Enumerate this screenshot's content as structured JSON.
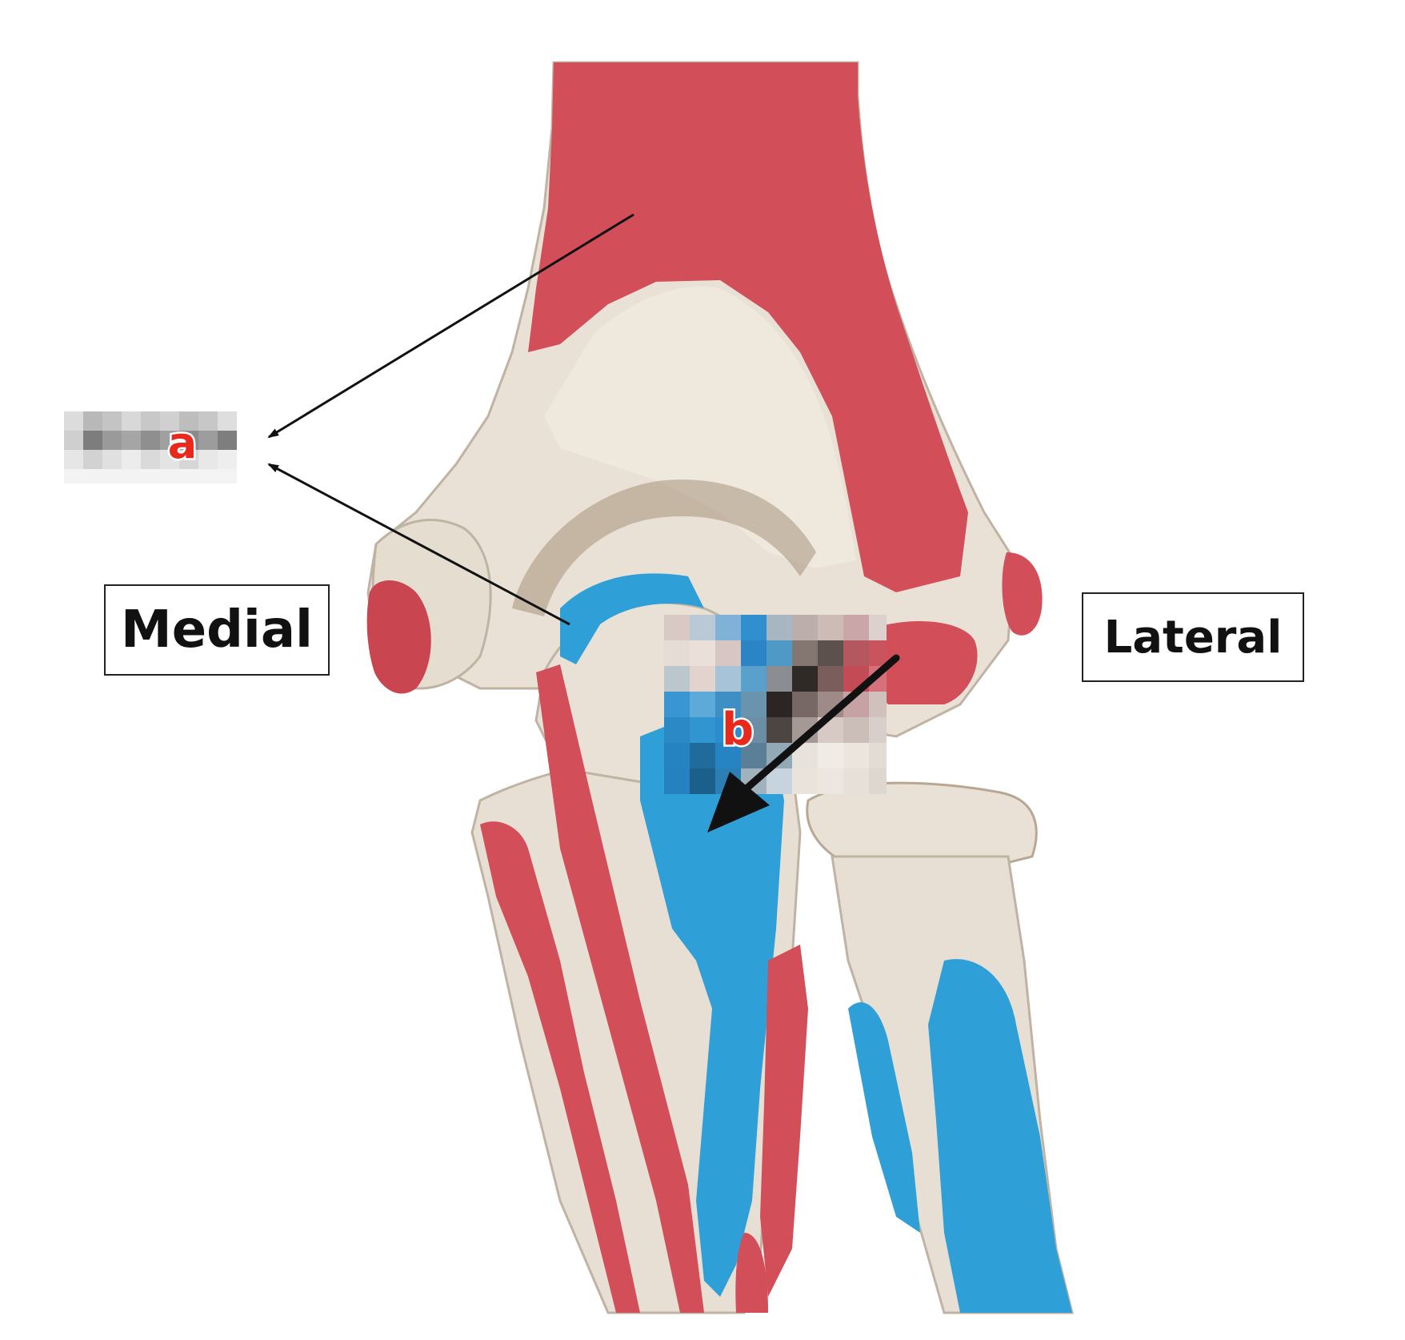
{
  "labels": {
    "medial": "Medial",
    "lateral": "Lateral",
    "marker_a": "a",
    "marker_b": "b"
  },
  "colors": {
    "background": "#ffffff",
    "bone": "#e9e1d6",
    "bone_shadow": "#b8a893",
    "muscle_origin_red": "#d24e58",
    "muscle_insertion_blue": "#2f9fd8",
    "marker_red": "#e8291c",
    "arrow": "#111111",
    "box_border": "#222222"
  },
  "icons": {
    "pointer_arrows": "thin-arrow-icon",
    "leader_arrow": "thick-arrow-icon",
    "redaction": "pixelated-mosaic"
  }
}
